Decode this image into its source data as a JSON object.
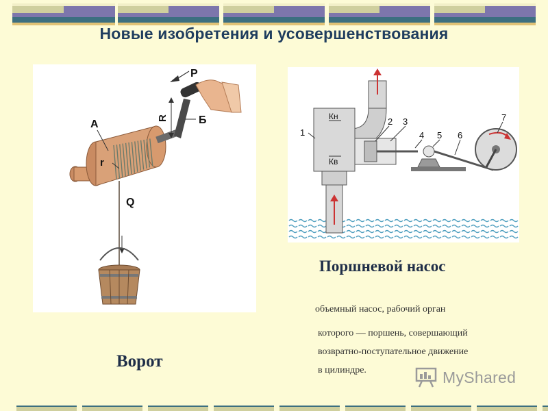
{
  "slide": {
    "title": "Новые изобретения и усовершенствования"
  },
  "decor": {
    "colors": [
      "#3C6F80",
      "#7D76AC",
      "#CFCF9E",
      "#E0C276",
      "#F2EFC8"
    ]
  },
  "winch": {
    "caption": "Ворот",
    "labels": {
      "a": "А",
      "p": "P",
      "r_big": "R",
      "b": "Б",
      "r_small": "r",
      "q": "Q"
    }
  },
  "pump": {
    "caption": "Поршневой насос",
    "description": [
      "объемный насос, рабочий орган",
      "которого — поршень, совершающий",
      "возвратно-поступательное движение",
      "в цилиндре."
    ],
    "labels": {
      "n1": "1",
      "n2": "2",
      "n3": "3",
      "n4": "4",
      "n5": "5",
      "n6": "6",
      "n7": "7",
      "kn": "Кн",
      "kv": "Кв"
    }
  },
  "watermark": {
    "text": "MyShared"
  }
}
